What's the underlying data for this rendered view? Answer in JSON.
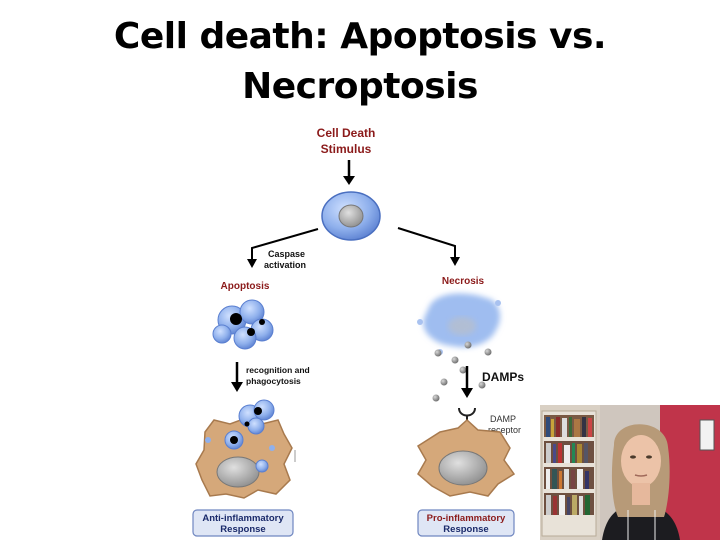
{
  "slide": {
    "title_line1": "Cell death: Apoptosis vs.",
    "title_line2": "Necroptosis"
  },
  "diagram": {
    "stimulus_line1": "Cell Death",
    "stimulus_line2": "Stimulus",
    "caspase_line1": "Caspase",
    "caspase_line2": "activation",
    "apoptosis": "Apoptosis",
    "necrosis": "Necrosis",
    "recognition_line1": "recognition and",
    "recognition_line2": "phagocytosis",
    "damps": "DAMPs",
    "damp_receptor_line1": "DAMP",
    "damp_receptor_line2": "receptor",
    "anti_line1": "Anti-inflammatory",
    "anti_line2": "Response",
    "pro_line1": "Pro-inflammatory",
    "pro_line2": "Response"
  },
  "colors": {
    "cell_blue": "#8fb0ec",
    "cell_blue_dark": "#5a7fd0",
    "macrophage_tan": "#d5a87a",
    "label_red": "#8b1a1a",
    "nucleus_gray": "#a9a9a9"
  }
}
